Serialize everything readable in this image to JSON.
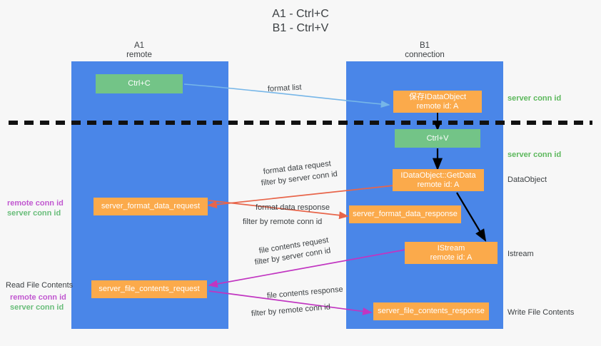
{
  "title": {
    "line1": "A1 - Ctrl+C",
    "line2": "B1 - Ctrl+V"
  },
  "columns": [
    {
      "name": "A1",
      "sub": "remote"
    },
    {
      "name": "B1",
      "sub": "connection"
    }
  ],
  "boxes": {
    "ctrl_c": "Ctrl+C",
    "ctrl_v": "Ctrl+V",
    "save_idataobject_l1": "保存IDataObject",
    "save_idataobject_l2": "remote id: A",
    "getdata_l1": "IDataObject::GetData",
    "getdata_l2": "remote id: A",
    "istream_l1": "IStream",
    "istream_l2": "remote id: A",
    "server_format_data_request": "server_format_data_request",
    "server_format_data_response": "server_format_data_response",
    "server_file_contents_request": "server_file_contents_request",
    "server_file_contents_response": "server_file_contents_response"
  },
  "edge_labels": {
    "format_list": "format list",
    "format_data_request": "format data request",
    "format_data_response": "format data response",
    "file_contents_request": "file contents request",
    "file_contents_response": "file contents response",
    "filter_by": "filter by",
    "server_conn_id": "server conn id",
    "remote_conn_id": "remote conn id"
  },
  "right_labels": {
    "server_conn_id_top": "server conn id",
    "server_conn_id_mid": "server conn id",
    "dataobject": "DataObject",
    "istream": "Istream",
    "write_file_contents": "Write File Contents"
  },
  "left_labels": {
    "remote_conn_id": "remote conn id",
    "server_conn_id": "server conn id",
    "read_file_contents": "Read File Contents"
  },
  "colors": {
    "lane": "#4a86e8",
    "green_box": "#73c487",
    "orange_box": "#fbaa4b",
    "arrow_blue": "#76b6e8",
    "arrow_red": "#e8654a",
    "arrow_magenta": "#c135c1",
    "arrow_black": "#000000",
    "green_text": "#5cb85c",
    "purple_text": "#c158d0",
    "background": "#f7f7f7"
  }
}
